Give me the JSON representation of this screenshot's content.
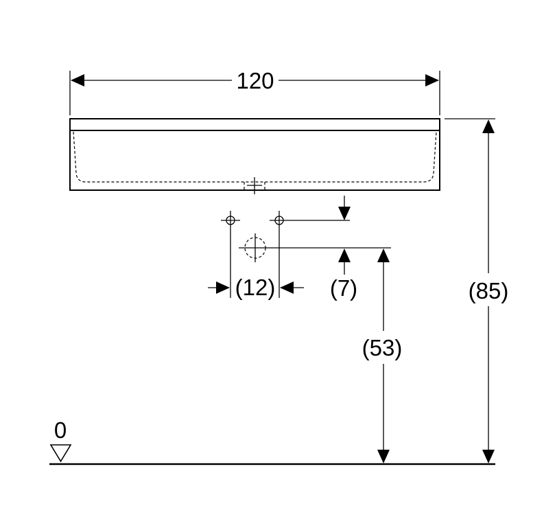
{
  "dimensions": {
    "width": "120",
    "height_total": "(85)",
    "height_outlet": "(53)",
    "outlet_offset": "(7)",
    "tap_spacing": "(12)"
  },
  "floor_level": "0",
  "colors": {
    "line": "#000000",
    "background": "#ffffff"
  },
  "icons": [
    "level-marker-triangle-icon",
    "crosshair-icon"
  ]
}
